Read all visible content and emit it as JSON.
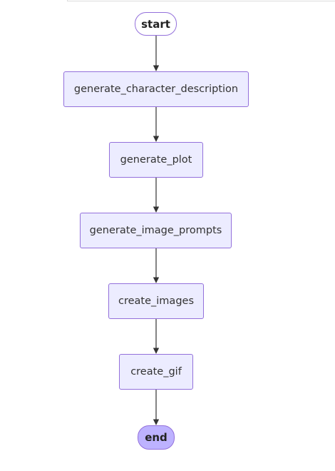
{
  "diagram": {
    "nodes": [
      {
        "id": "start",
        "label": "start",
        "kind": "terminal-start"
      },
      {
        "id": "generate_character_description",
        "label": "generate_character_description",
        "kind": "process"
      },
      {
        "id": "generate_plot",
        "label": "generate_plot",
        "kind": "process"
      },
      {
        "id": "generate_image_prompts",
        "label": "generate_image_prompts",
        "kind": "process"
      },
      {
        "id": "create_images",
        "label": "create_images",
        "kind": "process"
      },
      {
        "id": "create_gif",
        "label": "create_gif",
        "kind": "process"
      },
      {
        "id": "end",
        "label": "end",
        "kind": "terminal-end"
      }
    ],
    "edges": [
      {
        "from": "start",
        "to": "generate_character_description"
      },
      {
        "from": "generate_character_description",
        "to": "generate_plot"
      },
      {
        "from": "generate_plot",
        "to": "generate_image_prompts"
      },
      {
        "from": "generate_image_prompts",
        "to": "create_images"
      },
      {
        "from": "create_images",
        "to": "create_gif"
      },
      {
        "from": "create_gif",
        "to": "end"
      }
    ],
    "colors": {
      "node_fill": "#ECECFF",
      "node_border": "#9370DB",
      "end_fill": "#BDB2FF",
      "edge": "#333333"
    }
  }
}
